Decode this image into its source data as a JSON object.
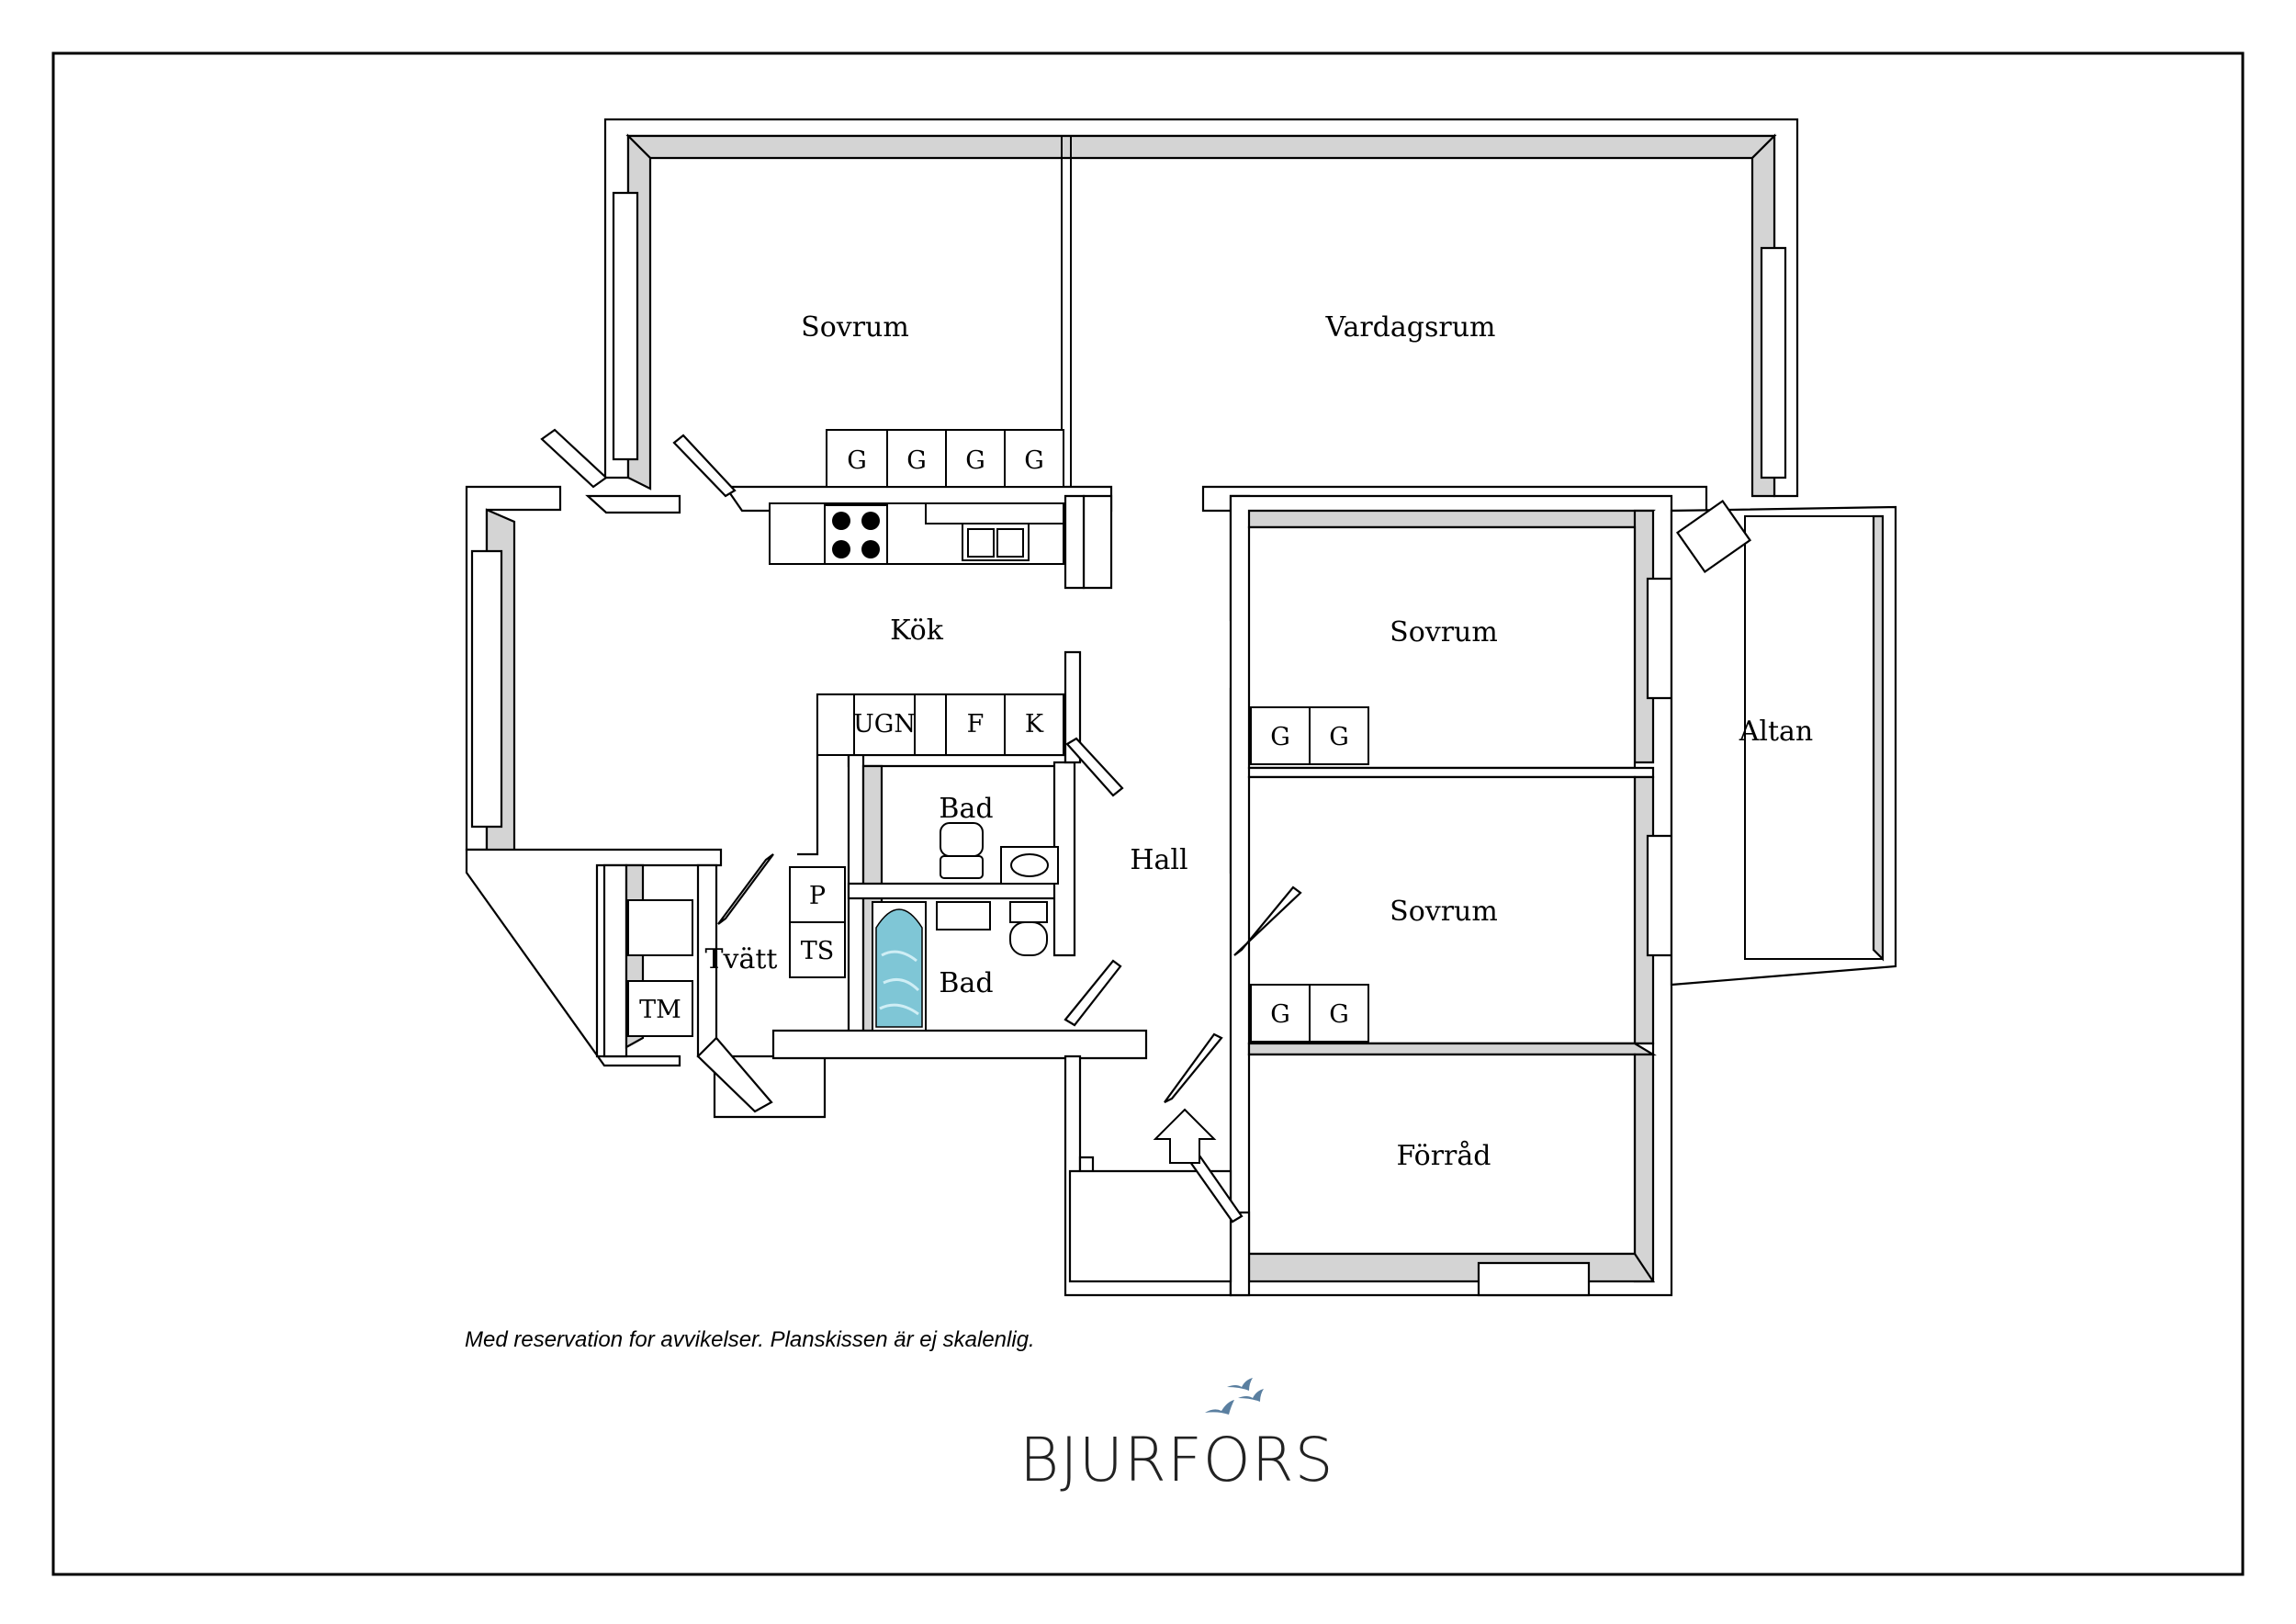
{
  "rooms": {
    "sovrum_1": "Sovrum",
    "vardagsrum": "Vardagsrum",
    "kok": "Kök",
    "sovrum_2": "Sovrum",
    "altan": "Altan",
    "hall": "Hall",
    "bad_1": "Bad",
    "bad_2": "Bad",
    "tvatt": "Tvätt",
    "sovrum_3": "Sovrum",
    "forrad": "Förråd"
  },
  "fixtures": {
    "garderob": "G",
    "ugn": "UGN",
    "frys": "F",
    "kyl": "K",
    "p": "P",
    "torkskap": "TS",
    "tvattmaskin": "TM"
  },
  "disclaimer": "Med reservation for avvikelser. Planskissen är ej skalenlig.",
  "logo": {
    "text": "BJURFORS",
    "color": "#5a7fa0"
  },
  "icons": [
    "stove-icon",
    "sink-icon",
    "toilet-icon",
    "bathtub-icon",
    "entrance-arrow-icon",
    "birds-logo-icon"
  ]
}
